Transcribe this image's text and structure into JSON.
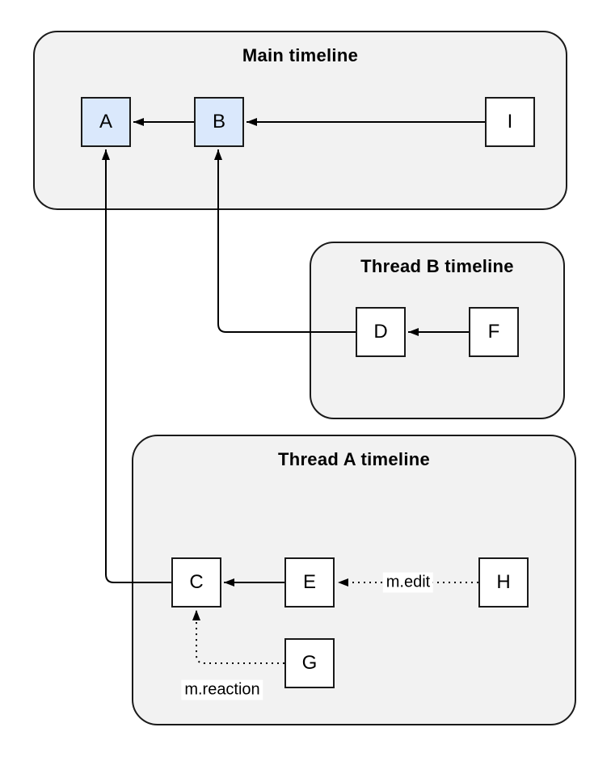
{
  "diagram": {
    "containers": [
      {
        "id": "main",
        "title": "Main timeline"
      },
      {
        "id": "thread-b",
        "title": "Thread B timeline"
      },
      {
        "id": "thread-a",
        "title": "Thread A timeline"
      }
    ],
    "nodes": [
      {
        "id": "A",
        "label": "A",
        "container": "main",
        "highlighted": true
      },
      {
        "id": "B",
        "label": "B",
        "container": "main",
        "highlighted": true
      },
      {
        "id": "I",
        "label": "I",
        "container": "main",
        "highlighted": false
      },
      {
        "id": "D",
        "label": "D",
        "container": "thread-b",
        "highlighted": false
      },
      {
        "id": "F",
        "label": "F",
        "container": "thread-b",
        "highlighted": false
      },
      {
        "id": "C",
        "label": "C",
        "container": "thread-a",
        "highlighted": false
      },
      {
        "id": "E",
        "label": "E",
        "container": "thread-a",
        "highlighted": false
      },
      {
        "id": "H",
        "label": "H",
        "container": "thread-a",
        "highlighted": false
      },
      {
        "id": "G",
        "label": "G",
        "container": "thread-a",
        "highlighted": false
      }
    ],
    "edges": [
      {
        "from": "I",
        "to": "B",
        "style": "solid",
        "label": ""
      },
      {
        "from": "B",
        "to": "A",
        "style": "solid",
        "label": ""
      },
      {
        "from": "F",
        "to": "D",
        "style": "solid",
        "label": ""
      },
      {
        "from": "D",
        "to": "B",
        "style": "solid",
        "label": ""
      },
      {
        "from": "E",
        "to": "C",
        "style": "solid",
        "label": ""
      },
      {
        "from": "C",
        "to": "A",
        "style": "solid",
        "label": ""
      },
      {
        "from": "H",
        "to": "E",
        "style": "dotted",
        "label": "m.edit"
      },
      {
        "from": "G",
        "to": "C",
        "style": "dotted",
        "label": "m.reaction"
      }
    ],
    "colors": {
      "highlight_fill": "#dae8fc",
      "node_fill": "#ffffff",
      "container_fill": "#f2f2f2",
      "stroke": "#1a1a1a",
      "edge": "#000000"
    }
  }
}
